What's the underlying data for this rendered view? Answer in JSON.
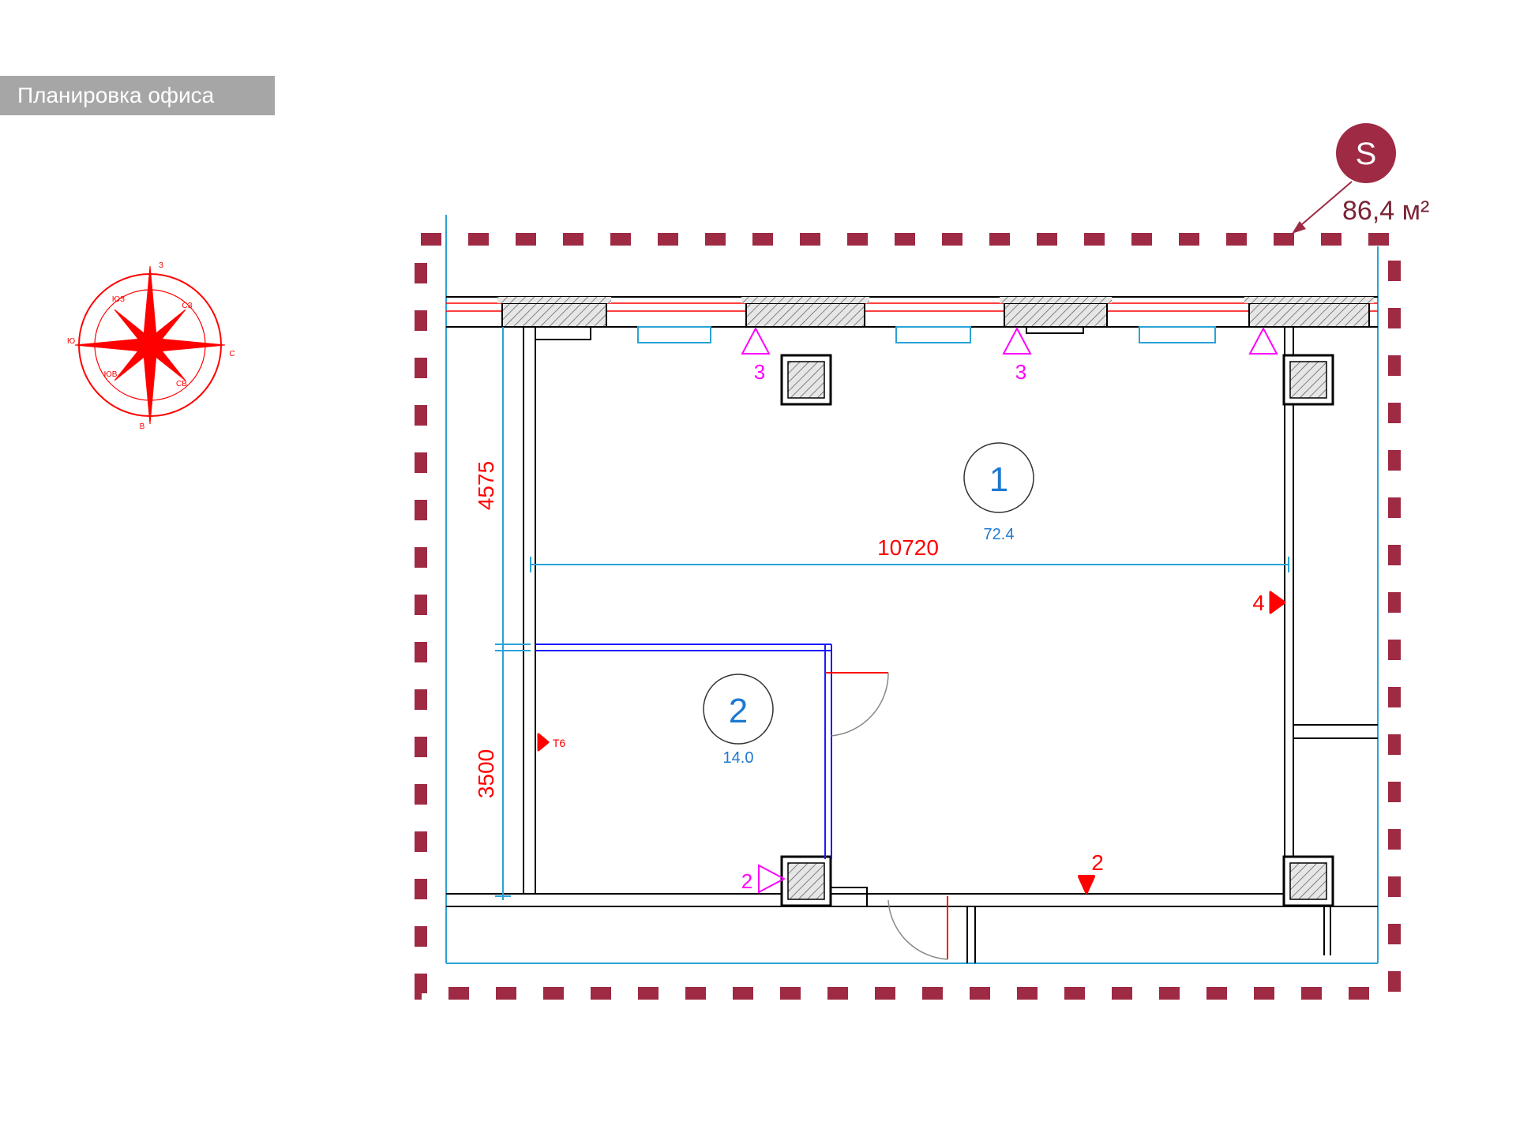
{
  "header": {
    "title": "Планировка офиса"
  },
  "area_badge": {
    "letter": "S",
    "value": "86,4 м²"
  },
  "compass": {
    "north": "З",
    "south": "В",
    "east": "С",
    "west": "Ю",
    "ne": "СЗ",
    "nw": "ЮЗ",
    "se": "СВ",
    "sw": "ЮВ"
  },
  "rooms": [
    {
      "number": "1",
      "area": "72.4"
    },
    {
      "number": "2",
      "area": "14.0"
    }
  ],
  "dimensions": {
    "width": "10720",
    "upper_height": "4575",
    "lower_height": "3500"
  },
  "markers": {
    "window_a": "3",
    "window_b": "3",
    "column_marker": "2",
    "entry": "2",
    "wall_east": "4",
    "wall_west": "Т6"
  },
  "colors": {
    "accent": "#9e2a44",
    "dimension": "#ff0000",
    "outline": "#29a3d6",
    "partition": "#1a1aff",
    "marker": "#ff00ff",
    "label_blue": "#1e78d2"
  }
}
